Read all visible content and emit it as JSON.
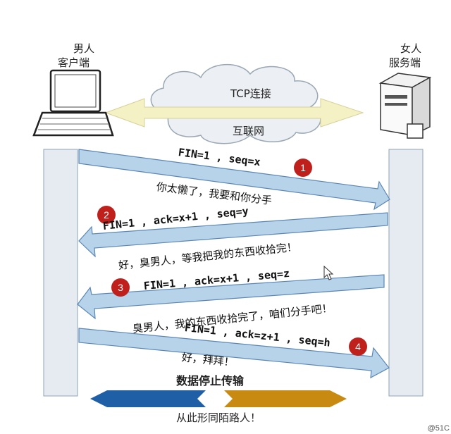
{
  "client": {
    "line1": "男人",
    "line2": "客户端"
  },
  "server": {
    "line1": "女人",
    "line2": "服务端"
  },
  "cloud": {
    "top": "TCP连接",
    "bottom": "互联网"
  },
  "steps": [
    {
      "num": "1",
      "msg": "FIN=1 , seq=x",
      "note": "你太懒了，我要和你分手"
    },
    {
      "num": "2",
      "msg": "FIN=1 , ack=x+1 , seq=y",
      "note": "好，臭男人，等我把我的东西收拾完！"
    },
    {
      "num": "3",
      "msg": "FIN=1 , ack=x+1 , seq=z",
      "note": "臭男人，我的东西收拾完了，咱们分手吧！"
    },
    {
      "num": "4",
      "msg": "FIN=1 , ack=z+1 , seq=h",
      "note": "好，拜拜！"
    }
  ],
  "end": {
    "title": "数据停止传输",
    "subtitle": "从此形同陌路人！"
  },
  "watermark": "@51C",
  "colors": {
    "arrow": "#b7d3ea",
    "arrow_stroke": "#5b86b5",
    "left_arrow": "#1f5fa6",
    "right_arrow": "#c98a12",
    "badge": "#c0201b",
    "cloud_arrow": "#f4f1c4"
  }
}
